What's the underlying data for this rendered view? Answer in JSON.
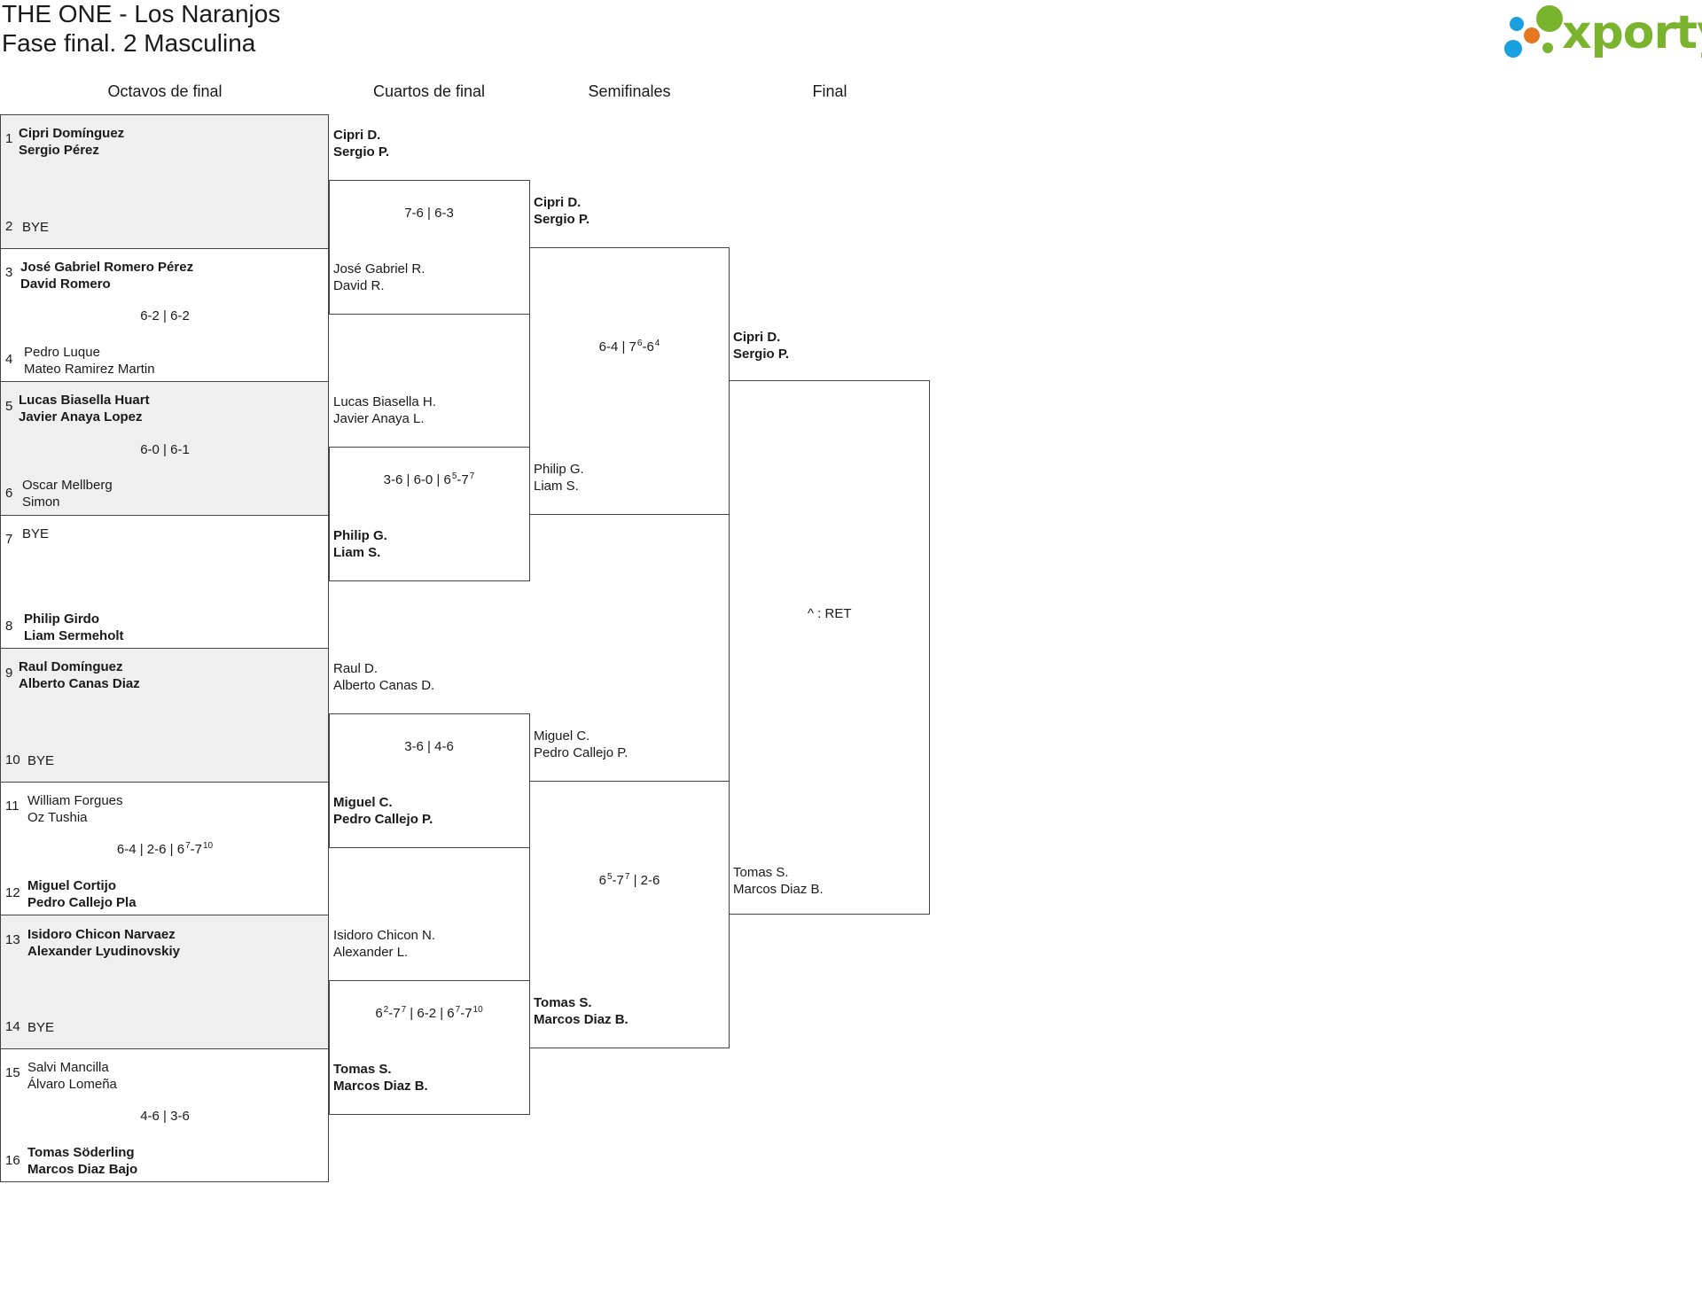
{
  "header": {
    "title": "THE ONE - Los Naranjos",
    "subtitle": "Fase final. 2 Masculina",
    "logo_text": "xporty",
    "logo_colors": [
      "#1a9fe0",
      "#e87722",
      "#7ab32e"
    ]
  },
  "rounds": [
    "Octavos de final",
    "Cuartos de final",
    "Semifinales",
    "Final"
  ],
  "octavos": {
    "seeds": [
      "1",
      "2",
      "3",
      "4",
      "5",
      "6",
      "7",
      "8",
      "9",
      "10",
      "11",
      "12",
      "13",
      "14",
      "15",
      "16"
    ],
    "entries": [
      {
        "p1": "Cipri Domínguez",
        "p2": "Sergio Pérez"
      },
      {
        "p1": "BYE",
        "p2": ""
      },
      {
        "p1": "José Gabriel Romero Pérez",
        "p2": "David Romero"
      },
      {
        "p1": "Pedro Luque",
        "p2": "Mateo Ramirez Martin"
      },
      {
        "p1": "Lucas Biasella Huart",
        "p2": "Javier Anaya Lopez"
      },
      {
        "p1": "Oscar Mellberg",
        "p2": "Simon"
      },
      {
        "p1": "BYE",
        "p2": ""
      },
      {
        "p1": "Philip Girdo",
        "p2": "Liam Sermeholt"
      },
      {
        "p1": "Raul Domínguez",
        "p2": "Alberto Canas Diaz"
      },
      {
        "p1": "BYE",
        "p2": ""
      },
      {
        "p1": "William Forgues",
        "p2": "Oz Tushia"
      },
      {
        "p1": "Miguel Cortijo",
        "p2": "Pedro Callejo Pla"
      },
      {
        "p1": "Isidoro Chicon Narvaez",
        "p2": "Alexander Lyudinovskiy"
      },
      {
        "p1": "BYE",
        "p2": ""
      },
      {
        "p1": "Salvi Mancilla",
        "p2": "Álvaro Lomeña"
      },
      {
        "p1": "Tomas Söderling",
        "p2": "Marcos Diaz Bajo"
      }
    ],
    "scores": [
      "",
      "6-2 | 6-2",
      "6-0 | 6-1",
      "",
      "",
      "6-4 | 2-6 | 67-710",
      "",
      "4-6 | 3-6"
    ]
  },
  "cuartos": {
    "entries": [
      {
        "p1": "Cipri D.",
        "p2": "Sergio P."
      },
      {
        "p1": "José Gabriel R.",
        "p2": "David R."
      },
      {
        "p1": "Lucas Biasella H.",
        "p2": "Javier Anaya L."
      },
      {
        "p1": "Philip G.",
        "p2": "Liam S."
      },
      {
        "p1": "Raul D.",
        "p2": "Alberto Canas D."
      },
      {
        "p1": "Miguel C.",
        "p2": "Pedro Callejo P."
      },
      {
        "p1": "Isidoro Chicon N.",
        "p2": "Alexander L."
      },
      {
        "p1": "Tomas S.",
        "p2": "Marcos Diaz B."
      }
    ],
    "scores": [
      "7-6 | 6-3",
      "3-6 | 6-0 | 65-77",
      "3-6 | 4-6",
      "62-77 | 6-2 | 67-710"
    ]
  },
  "semis": {
    "entries": [
      {
        "p1": "Cipri D.",
        "p2": "Sergio P."
      },
      {
        "p1": "Philip G.",
        "p2": "Liam S."
      },
      {
        "p1": "Miguel C.",
        "p2": "Pedro Callejo P."
      },
      {
        "p1": "Tomas S.",
        "p2": "Marcos Diaz B."
      }
    ],
    "scores": [
      "6-4 | 76-64",
      "65-77 | 2-6"
    ]
  },
  "final": {
    "entries": [
      {
        "p1": "Cipri D.",
        "p2": "Sergio P."
      },
      {
        "p1": "Tomas S.",
        "p2": "Marcos Diaz B."
      }
    ],
    "note": "^ : RET"
  }
}
